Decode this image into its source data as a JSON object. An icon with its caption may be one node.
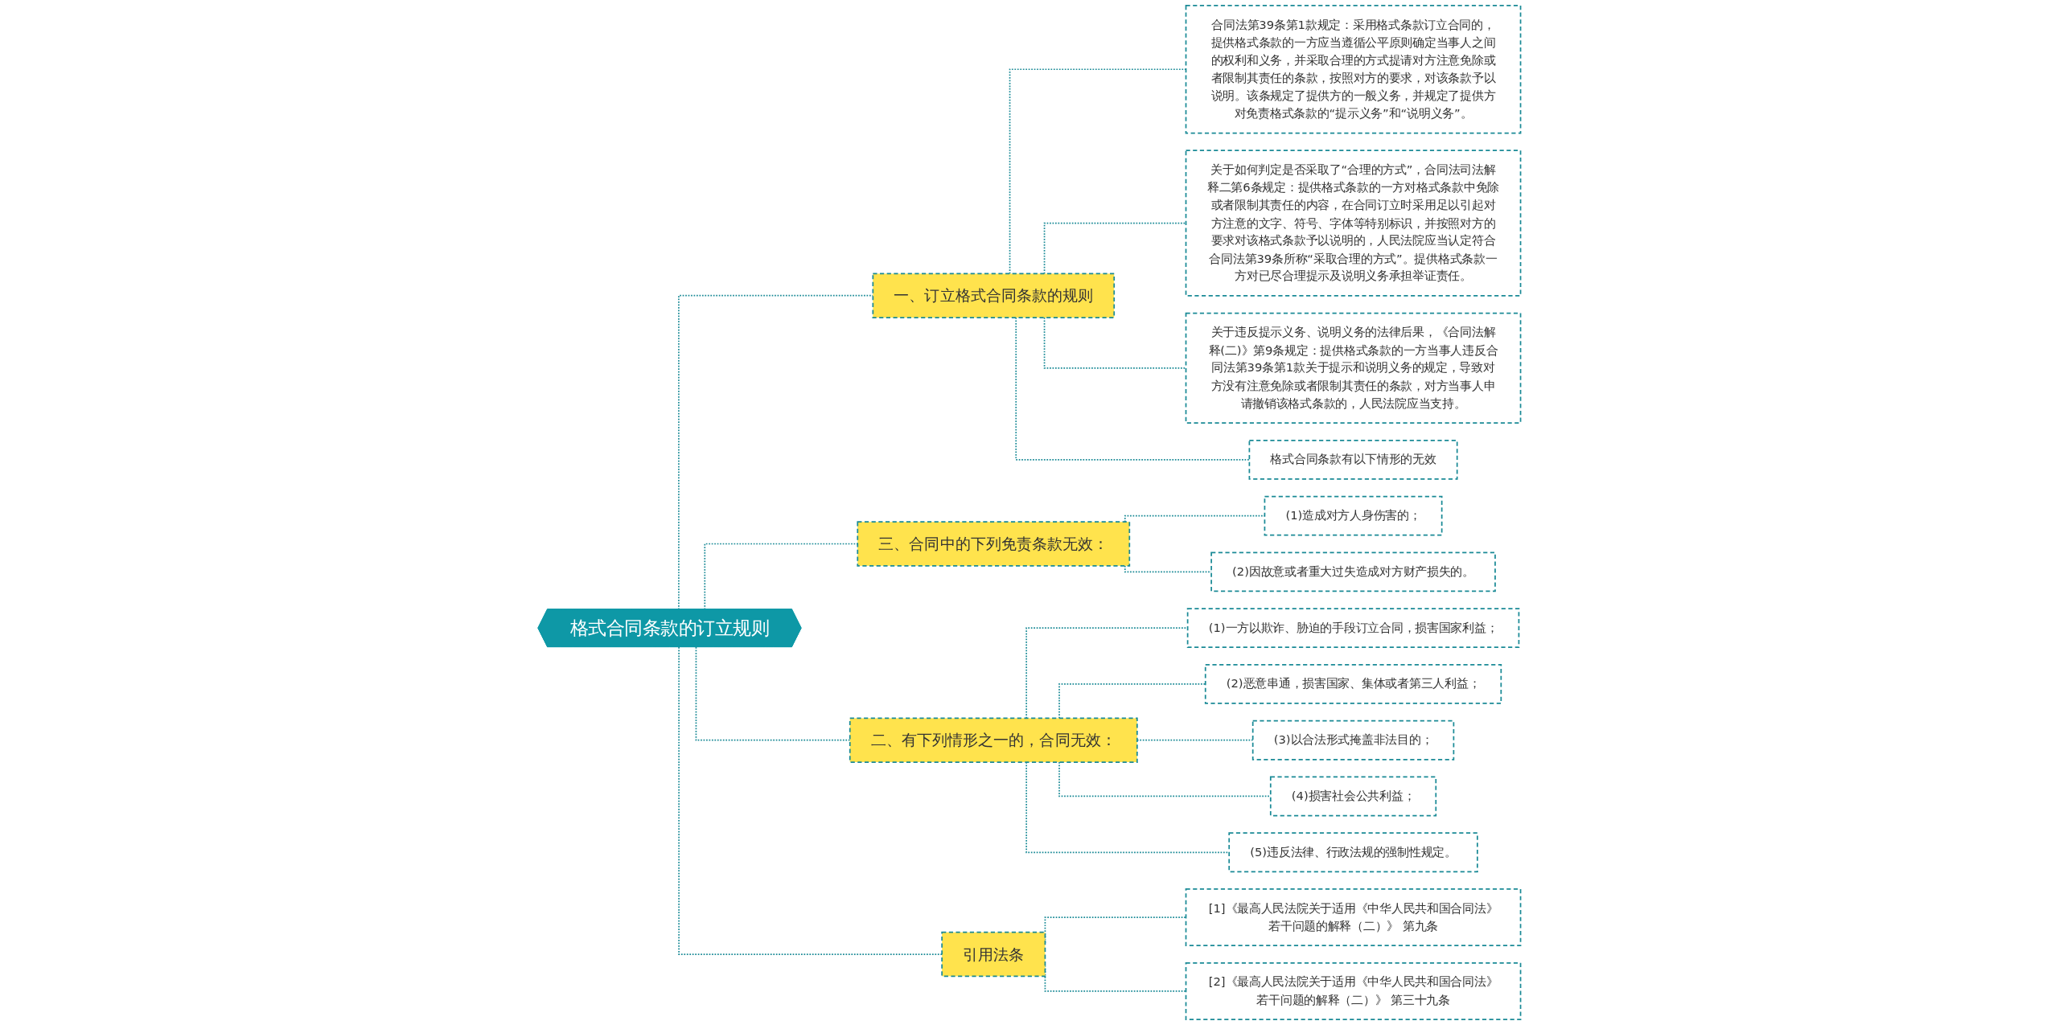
{
  "diagram": {
    "nodes": [
      {
        "text": [
          "格式合同条款的订立规则"
        ]
      },
      {
        "text": [
          "一、订立格式合同条款的规则"
        ]
      },
      {
        "text": [
          "合同法第39条第1款规定：采用格式条款订立合同的，提供格式条款的一方应当遵循公平原则确定当事人之间的权利和义务，并采取合理的方式提请对方注意免除或者限制其责任的条款，按照对方的要求，对该条款予以说明。该条规定了提供方的一般义务，并规定了提供方对免责格式条款的“提示义务”和“说明义务”。"
        ]
      },
      {
        "text": [
          "关于如何判定是否采取了“合理的方式”，合同法司法解释二第6条规定：提供格式条款的一方对格式条款中免除或者限制其责任的内容，在合同订立时采用足以引起对方注意的文字、符号、字体等特别标识，并按照对方的要求对该格式条款予以说明的，人民法院应当认定符合合同法第39条所称“采取合理的方式”。提供格式条款一方对已尽合理提示及说明义务承担举证责任。"
        ]
      },
      {
        "text": [
          "关于违反提示义务、说明义务的法律后果，《合同法解释(二)》第9条规定：提供格式条款的一方当事人违反合同法第39条第1款关于提示和说明义务的规定，导致对方没有注意免除或者限制其责任的条款，对方当事人申请撤销该格式条款的，人民法院应当支持。"
        ]
      },
      {
        "text": [
          "格式合同条款有以下情形的无效"
        ]
      },
      {
        "text": [
          "三、合同中的下列免责条款无效："
        ]
      },
      {
        "text": [
          "(1)造成对方人身伤害的；"
        ]
      },
      {
        "text": [
          "(2)因故意或者重大过失造成对方财产损失的。"
        ]
      },
      {
        "text": [
          "二、有下列情形之一的，合同无效："
        ]
      },
      {
        "text": [
          "(1)一方以欺诈、胁迫的手段订立合同，损害国家利益；"
        ]
      },
      {
        "text": [
          "(2)恶意串通，损害国家、集体或者第三人利益；"
        ]
      },
      {
        "text": [
          "(3)以合法形式掩盖非法目的；"
        ]
      },
      {
        "text": [
          "(4)损害社会公共利益；"
        ]
      },
      {
        "text": [
          "(5)违反法律、行政法规的强制性规定。"
        ]
      },
      {
        "text": [
          "引用法条"
        ]
      },
      {
        "text": [
          "[1]《最高人民法院关于适用《中华人民共和国合同法》若干问题的解释（二）》 第九条"
        ]
      },
      {
        "text": [
          "[2]《最高人民法院关于适用《中华人民共和国合同法》若干问题的解释（二）》 第三十九条"
        ]
      }
    ],
    "edges": [
      {
        "from": 0,
        "to": 1,
        "arrow": "none",
        "style": "dashed"
      },
      {
        "from": 1,
        "to": 2,
        "arrow": "none",
        "style": "dashed"
      },
      {
        "from": 1,
        "to": 3,
        "arrow": "none",
        "style": "dashed"
      },
      {
        "from": 1,
        "to": 4,
        "arrow": "none",
        "style": "dashed"
      },
      {
        "from": 1,
        "to": 5,
        "arrow": "none",
        "style": "dashed"
      },
      {
        "from": 0,
        "to": 6,
        "arrow": "none",
        "style": "dashed"
      },
      {
        "from": 6,
        "to": 7,
        "arrow": "none",
        "style": "dashed"
      },
      {
        "from": 6,
        "to": 8,
        "arrow": "none",
        "style": "dashed"
      },
      {
        "from": 0,
        "to": 9,
        "arrow": "none",
        "style": "dashed"
      },
      {
        "from": 9,
        "to": 10,
        "arrow": "none",
        "style": "dashed"
      },
      {
        "from": 9,
        "to": 11,
        "arrow": "none",
        "style": "dashed"
      },
      {
        "from": 9,
        "to": 12,
        "arrow": "none",
        "style": "dashed"
      },
      {
        "from": 9,
        "to": 13,
        "arrow": "none",
        "style": "dashed"
      },
      {
        "from": 9,
        "to": 14,
        "arrow": "none",
        "style": "dashed"
      },
      {
        "from": 0,
        "to": 15,
        "arrow": "none",
        "style": "dashed"
      },
      {
        "from": 15,
        "to": 16,
        "arrow": "none",
        "style": "dashed"
      },
      {
        "from": 15,
        "to": 17,
        "arrow": "none",
        "style": "dashed"
      }
    ]
  }
}
